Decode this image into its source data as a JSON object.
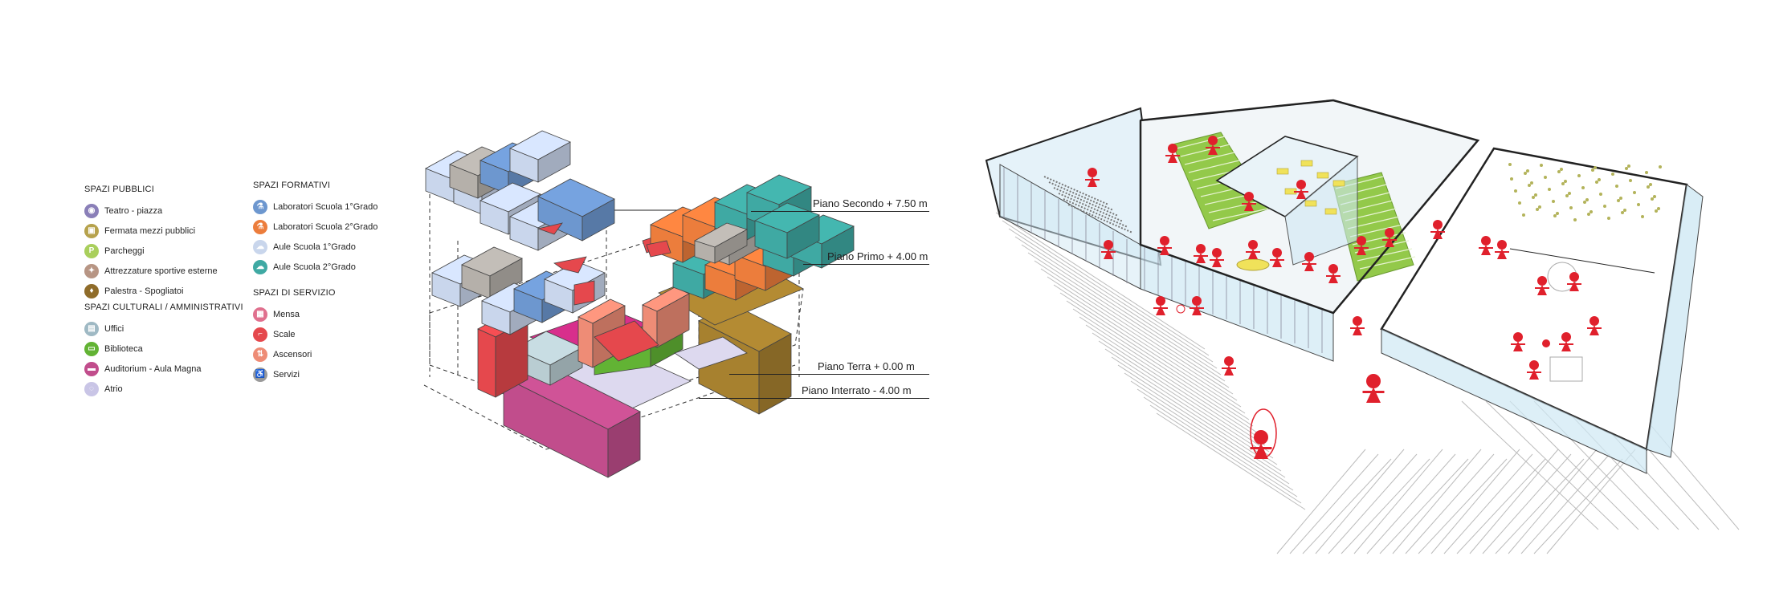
{
  "legend": {
    "spazi_pubblici": {
      "title": "SPAZI PUBBLICI",
      "items": [
        {
          "label": "Teatro - piazza",
          "color": "#8a7fb8",
          "icon": "theatre-icon",
          "glyph": "◉"
        },
        {
          "label": "Fermata mezzi pubblici",
          "color": "#b6a24c",
          "icon": "bus-icon",
          "glyph": "▣"
        },
        {
          "label": "Parcheggi",
          "color": "#a9cf5c",
          "icon": "parking-icon",
          "glyph": "P"
        },
        {
          "label": "Attrezzature sportive esterne",
          "color": "#b79584",
          "icon": "sport-icon",
          "glyph": "✦"
        },
        {
          "label": "Palestra - Spogliatoi",
          "color": "#8f6c2a",
          "icon": "gym-icon",
          "glyph": "♦"
        }
      ]
    },
    "spazi_culturali": {
      "title": "SPAZI CULTURALI / AMMINISTRATIVI",
      "items": [
        {
          "label": "Uffici",
          "color": "#9fb9c4",
          "icon": "office-icon",
          "glyph": "▤"
        },
        {
          "label": "Biblioteca",
          "color": "#62b334",
          "icon": "library-icon",
          "glyph": "▭"
        },
        {
          "label": "Auditorium - Aula Magna",
          "color": "#c14d8c",
          "icon": "auditorium-icon",
          "glyph": "▬"
        },
        {
          "label": "Atrio",
          "color": "#c9c5e6",
          "icon": "atrium-icon",
          "glyph": "◌"
        }
      ]
    },
    "spazi_formativi": {
      "title": "SPAZI FORMATIVI",
      "items": [
        {
          "label": "Laboratori Scuola 1°Grado",
          "color": "#6d97cf",
          "icon": "lab-1-icon",
          "glyph": "⚗"
        },
        {
          "label": "Laboratori Scuola 2°Grado",
          "color": "#ec7d3c",
          "icon": "lab-2-icon",
          "glyph": "⚗"
        },
        {
          "label": "Aule Scuola 1°Grado",
          "color": "#c9d6ec",
          "icon": "classroom-1-icon",
          "glyph": "☁"
        },
        {
          "label": "Aule Scuola 2°Grado",
          "color": "#3fa9a3",
          "icon": "classroom-2-icon",
          "glyph": "☁"
        }
      ]
    },
    "spazi_servizio": {
      "title": "SPAZI DI SERVIZIO",
      "items": [
        {
          "label": "Mensa",
          "color": "#e0708e",
          "icon": "canteen-icon",
          "glyph": "▦"
        },
        {
          "label": "Scale",
          "color": "#e5484d",
          "icon": "stairs-icon",
          "glyph": "⌐"
        },
        {
          "label": "Ascensori",
          "color": "#ee8c76",
          "icon": "elevator-icon",
          "glyph": "⇅"
        },
        {
          "label": "Servizi",
          "color": "#9a9a9a",
          "icon": "wc-icon",
          "glyph": "♿"
        }
      ]
    }
  },
  "levels": [
    {
      "label": "Piano Secondo + 7.50 m"
    },
    {
      "label": "Piano Primo + 4.00 m"
    },
    {
      "label": "Piano Terra + 0.00 m"
    },
    {
      "label": "Piano Interrato - 4.00 m"
    }
  ],
  "colors": {
    "aule1": "#c9d6ec",
    "lab1": "#6d97cf",
    "lab2": "#ec7d3c",
    "aule2": "#3fa9a3",
    "servizi": "#b5b0aa",
    "scale": "#e5484d",
    "ascensori": "#ee8c76",
    "auditorium": "#c14d8c",
    "auditorium_top": "#d82f8c",
    "biblioteca": "#62b334",
    "palestra": "#a7812f",
    "atrio": "#ddd9ef",
    "uffici": "#b9cdd2",
    "glass": "#cfe8f4",
    "green_steps": "#93c94a",
    "red_figures": "#e0202c"
  }
}
